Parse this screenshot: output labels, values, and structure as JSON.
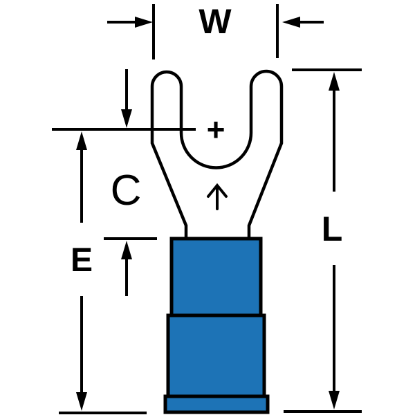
{
  "figure": {
    "title": "fork-terminal-dimension-drawing",
    "dimension_labels": {
      "w": "W",
      "c": "C",
      "e": "E",
      "l": "L"
    },
    "center_mark": "+",
    "colors": {
      "insulation_fill": "#1d73b6",
      "outline": "#000000",
      "background": "#ffffff"
    }
  }
}
